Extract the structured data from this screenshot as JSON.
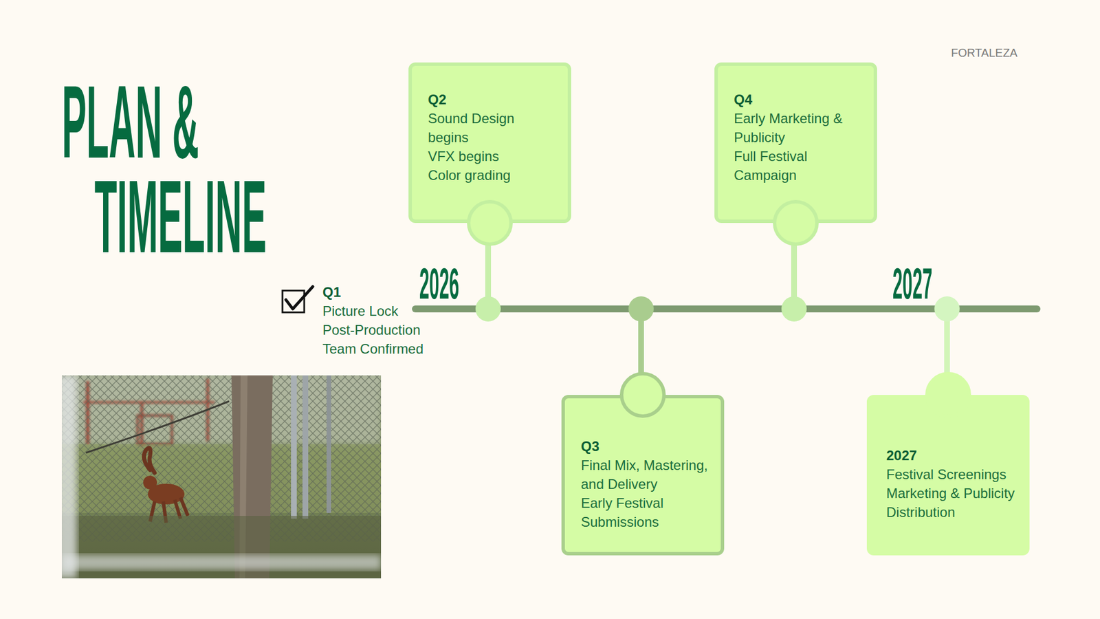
{
  "diagram": {
    "title": "PLAN & TIMELINE",
    "nodes": [
      {
        "text": [
          "Q2",
          "Sound Design begins",
          "VFX begins",
          "Color grading"
        ]
      },
      {
        "text": [
          "Q3",
          "Final Mix, Mastering, and Delivery",
          "Early Festival Submissions"
        ]
      },
      {
        "text": [
          "Q4",
          "Early Marketing & Publicity",
          "Full Festival Campaign"
        ]
      },
      {
        "text": [
          "2027",
          "Festival Screenings",
          "Marketing & Publicity",
          "Distribution"
        ]
      }
    ],
    "labels": [
      "FORTALEZA",
      "2026",
      "2027",
      "Q1",
      "Picture Lock",
      "Post-Production",
      "Team Confirmed"
    ]
  }
}
